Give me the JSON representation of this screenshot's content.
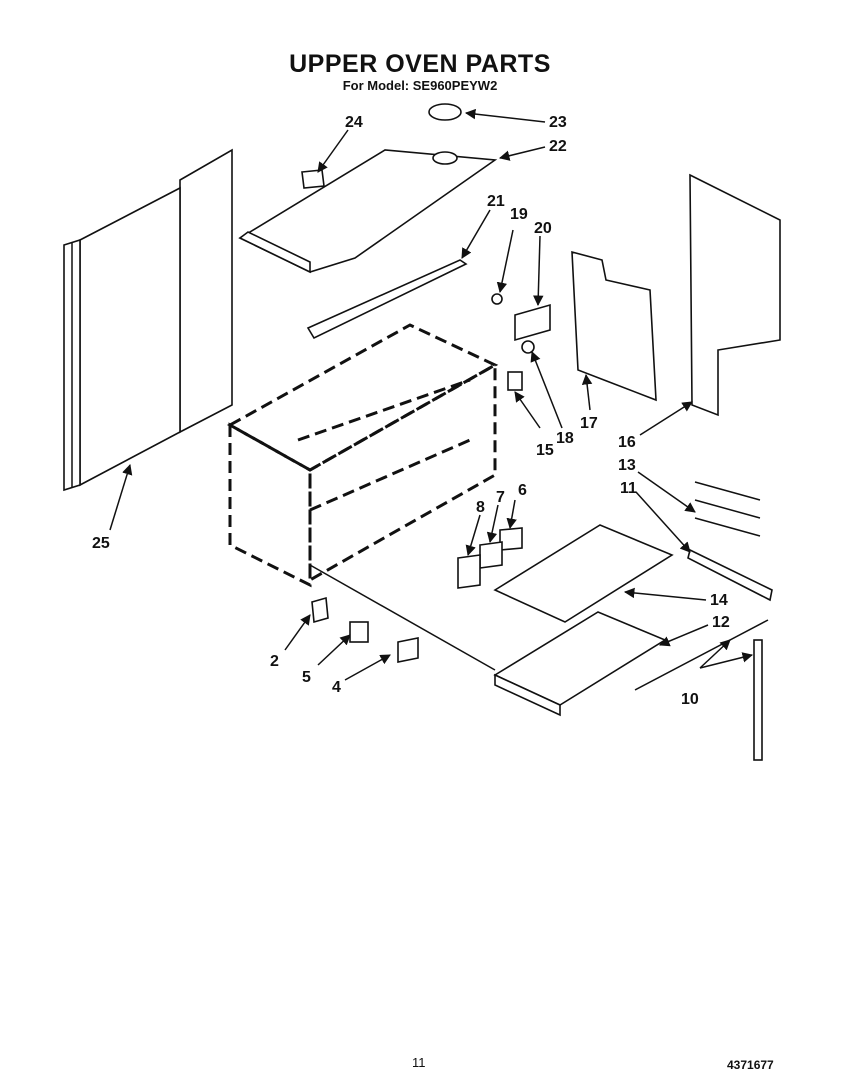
{
  "title": "UPPER OVEN PARTS",
  "subtitle": "For Model: SE960PEYW2",
  "page_number": "11",
  "document_number": "4371677",
  "callouts": [
    "2",
    "4",
    "5",
    "6",
    "7",
    "8",
    "10",
    "11",
    "12",
    "13",
    "14",
    "15",
    "16",
    "17",
    "18",
    "19",
    "20",
    "21",
    "22",
    "23",
    "24",
    "25"
  ]
}
